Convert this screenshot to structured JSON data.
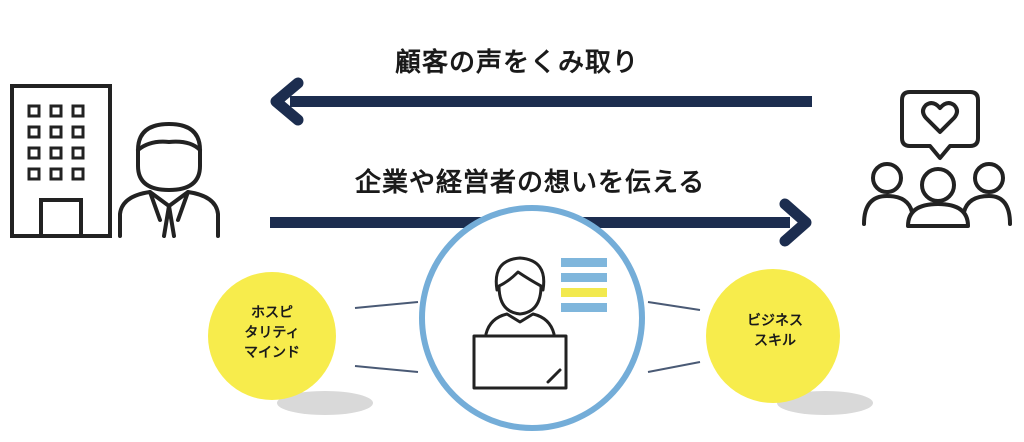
{
  "arrow_top_label": "顧客の声をくみ取り",
  "arrow_bottom_label": "企業や経営者の想いを伝える",
  "left_circle": {
    "lines": [
      "ホスピ",
      "タリティ",
      "マインド"
    ]
  },
  "right_circle": {
    "lines": [
      "ビジネス",
      "スキル"
    ]
  },
  "colors": {
    "arrow": "#1c2d4f",
    "yellow": "#f7ec4c",
    "ring": "#74add8",
    "shadow": "#d9d9d9",
    "icon": "#222222",
    "stripe_blue": "#7fb6dc",
    "stripe_yellow": "#f2e94e"
  },
  "icons": [
    "office-building-icon",
    "businessman-icon",
    "customers-heart-icon",
    "person-at-laptop-icon"
  ]
}
